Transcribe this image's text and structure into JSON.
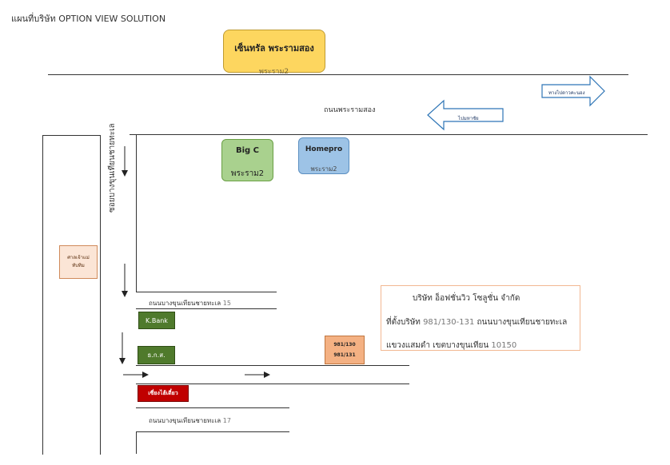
{
  "title": "แผนที่บริษัท OPTION VIEW SOLUTION",
  "landmarks": {
    "central": {
      "name": "เซ็นทรัล พระรามสอง",
      "sub": "พระราม2"
    },
    "bigc": {
      "name": "Big C",
      "sub": "พระราม2"
    },
    "homepro": {
      "name": "Homepro",
      "sub": "พระราม2"
    },
    "kbank": {
      "name": "K.Bank"
    },
    "rkas": {
      "name": "ธ.ก.ส."
    },
    "red_shop": {
      "name": "เซี่ยงไฮ้เตี๋ยว"
    },
    "side_shop": {
      "line1": "ศาลเจ้าแม่",
      "line2": "ทับทิม"
    },
    "addresses": {
      "line1": "981/130",
      "line2": "981/131"
    }
  },
  "roads": {
    "rama2": "ถนนพระรามสอง",
    "vertical": "ซอยบางขุนเทียนชายทะเล",
    "soi15": "ถนนบางขุนเทียนชายทะเล",
    "soi15_num": "15",
    "soi17": "ถนนบางขุนเทียนชายทะเล",
    "soi17_num": "17"
  },
  "directions": {
    "right_arrow": "ทางไปดาวคะนอง",
    "left_arrow": "ไปมหาชัย"
  },
  "company": {
    "name": "บริษัท อ็อฟชั่นวิว โซลูชั่น จำกัด",
    "addr_label": "ที่ตั้งบริษัท",
    "addr_num": "981/130-131",
    "addr_road": "ถนนบางขุนเทียนชายทะเล",
    "district": "แขวงแสมดำ เขตบางขุนเทียน",
    "postcode": "10150"
  }
}
